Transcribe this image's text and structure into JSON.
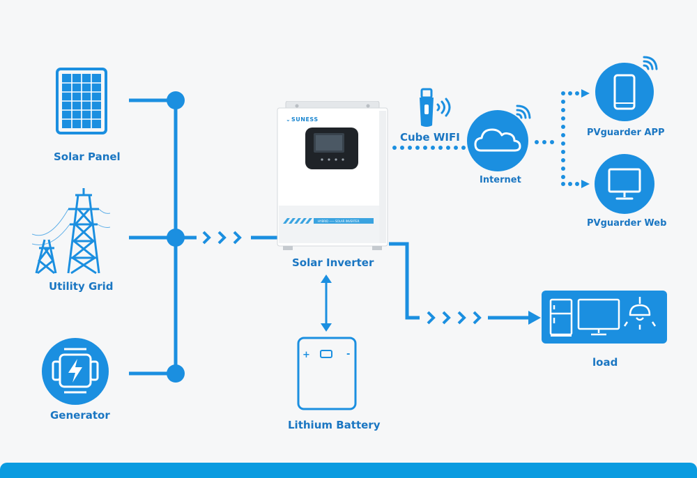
{
  "labels": {
    "solar_panel": "Solar Panel",
    "utility_grid": "Utility Grid",
    "generator": "Generator",
    "solar_inverter": "Solar Inverter",
    "lithium_battery": "Lithium Battery",
    "cube_wifi": "Cube WIFI",
    "internet": "Internet",
    "app": "PVguarder  APP",
    "web": "PVguarder  Web",
    "load": "load"
  },
  "inverter": {
    "brand": "SUNESS",
    "stripe_text": "HYBRID ─── SOLAR INVERTER"
  },
  "battery": {
    "plus": "+",
    "minus": "-"
  },
  "icons": {
    "solar_panel": "solar-panel-icon",
    "utility_grid": "transmission-tower-icon",
    "generator": "generator-icon",
    "wifi_dongle": "wifi-dongle-icon",
    "cloud": "cloud-icon",
    "phone": "smartphone-icon",
    "monitor": "monitor-icon",
    "load": "home-appliances-icon"
  },
  "colors": {
    "primary": "#1b8fe0",
    "label": "#1a76c2",
    "background": "#f6f7f8",
    "bar": "#0a9be0"
  }
}
